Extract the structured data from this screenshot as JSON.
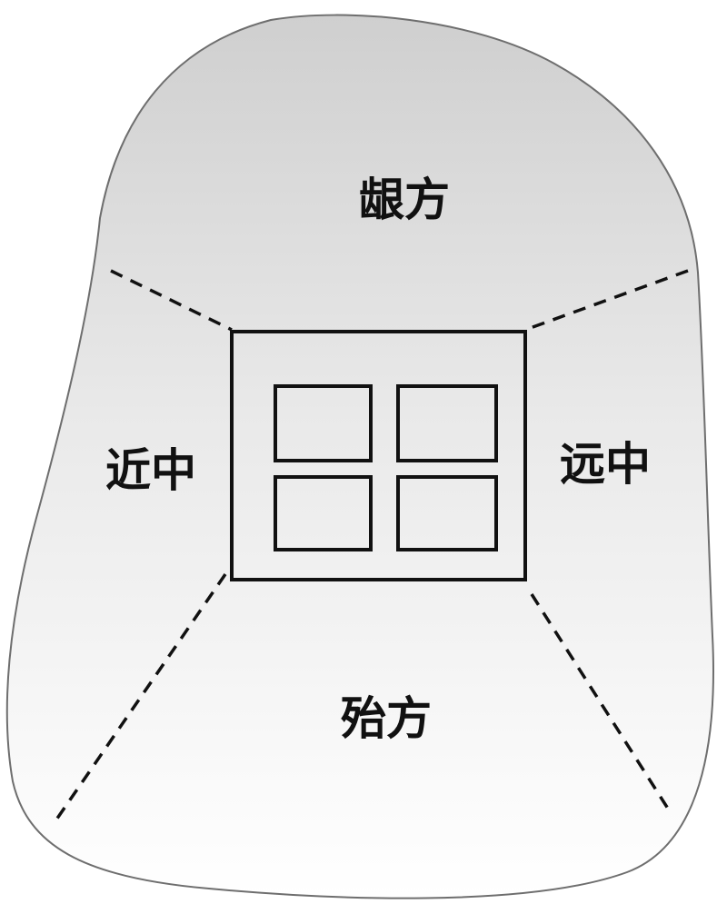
{
  "diagram": {
    "labels": {
      "top": "龈方",
      "bottom": "殆方",
      "left": "近中",
      "right": "远中"
    },
    "colors": {
      "fill_top": "#cfcfcf",
      "fill_bottom": "#ffffff",
      "outline": "#6e6e6e",
      "lines": "#111111"
    }
  }
}
